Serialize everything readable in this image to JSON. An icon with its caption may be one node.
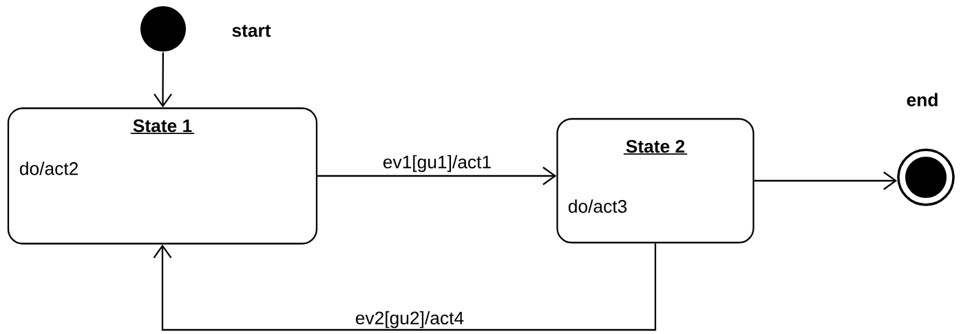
{
  "diagram": {
    "nodes": [
      {
        "text": [],
        "shape": "circle",
        "beside": [
          "start"
        ]
      },
      {
        "text": [
          "State 1",
          "do/act2"
        ]
      },
      {
        "text": [
          "State 2",
          "do/act3"
        ]
      },
      {
        "text": [],
        "shape": "bullseye",
        "beside": [
          "end"
        ]
      }
    ],
    "edges": [
      {
        "from": 0,
        "to": 1,
        "arrow": "to"
      },
      {
        "from": 1,
        "to": 2,
        "arrow": "to",
        "label": "ev1[gu1]/act1"
      },
      {
        "from": 2,
        "to": 3,
        "arrow": "to"
      },
      {
        "from": 2,
        "to": 1,
        "arrow": "to",
        "label": "ev2[gu2]/act4"
      }
    ]
  }
}
